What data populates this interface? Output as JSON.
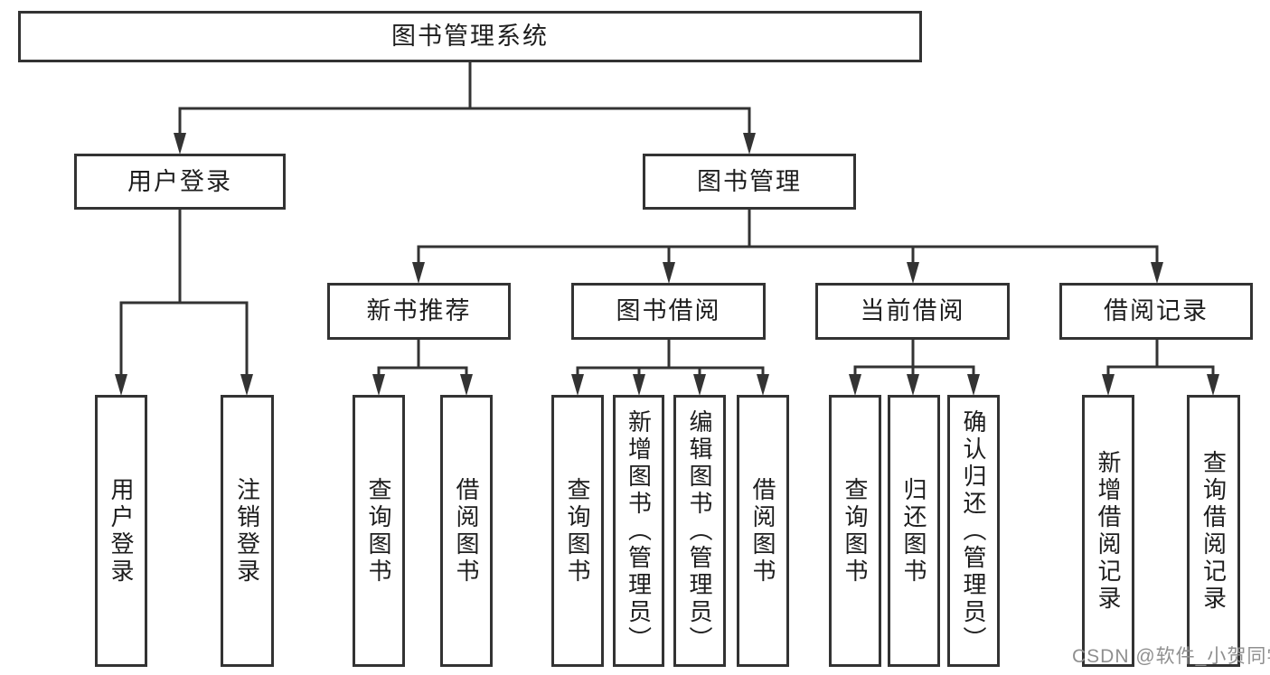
{
  "diagram": {
    "root": {
      "label": "图书管理系统"
    },
    "branches": [
      {
        "label": "用户登录",
        "children": [
          {
            "label": "用户登录"
          },
          {
            "label": "注销登录"
          }
        ]
      },
      {
        "label": "图书管理",
        "children": [
          {
            "label": "新书推荐",
            "children": [
              {
                "label": "查询图书"
              },
              {
                "label": "借阅图书"
              }
            ]
          },
          {
            "label": "图书借阅",
            "children": [
              {
                "label": "查询图书"
              },
              {
                "label": "新增图书（管理员）"
              },
              {
                "label": "编辑图书（管理员）"
              },
              {
                "label": "借阅图书"
              }
            ]
          },
          {
            "label": "当前借阅",
            "children": [
              {
                "label": "查询图书"
              },
              {
                "label": "归还图书"
              },
              {
                "label": "确认归还（管理员）"
              }
            ]
          },
          {
            "label": "借阅记录",
            "children": [
              {
                "label": "新增借阅记录"
              },
              {
                "label": "查询借阅记录"
              }
            ]
          }
        ]
      }
    ]
  },
  "watermark": {
    "text": "CSDN @软件_小贺同学"
  },
  "colors": {
    "line": "#333333",
    "node_border": "#333333",
    "text": "#1d1d1d",
    "watermark": "#8f8f8f",
    "background": "#ffffff"
  }
}
